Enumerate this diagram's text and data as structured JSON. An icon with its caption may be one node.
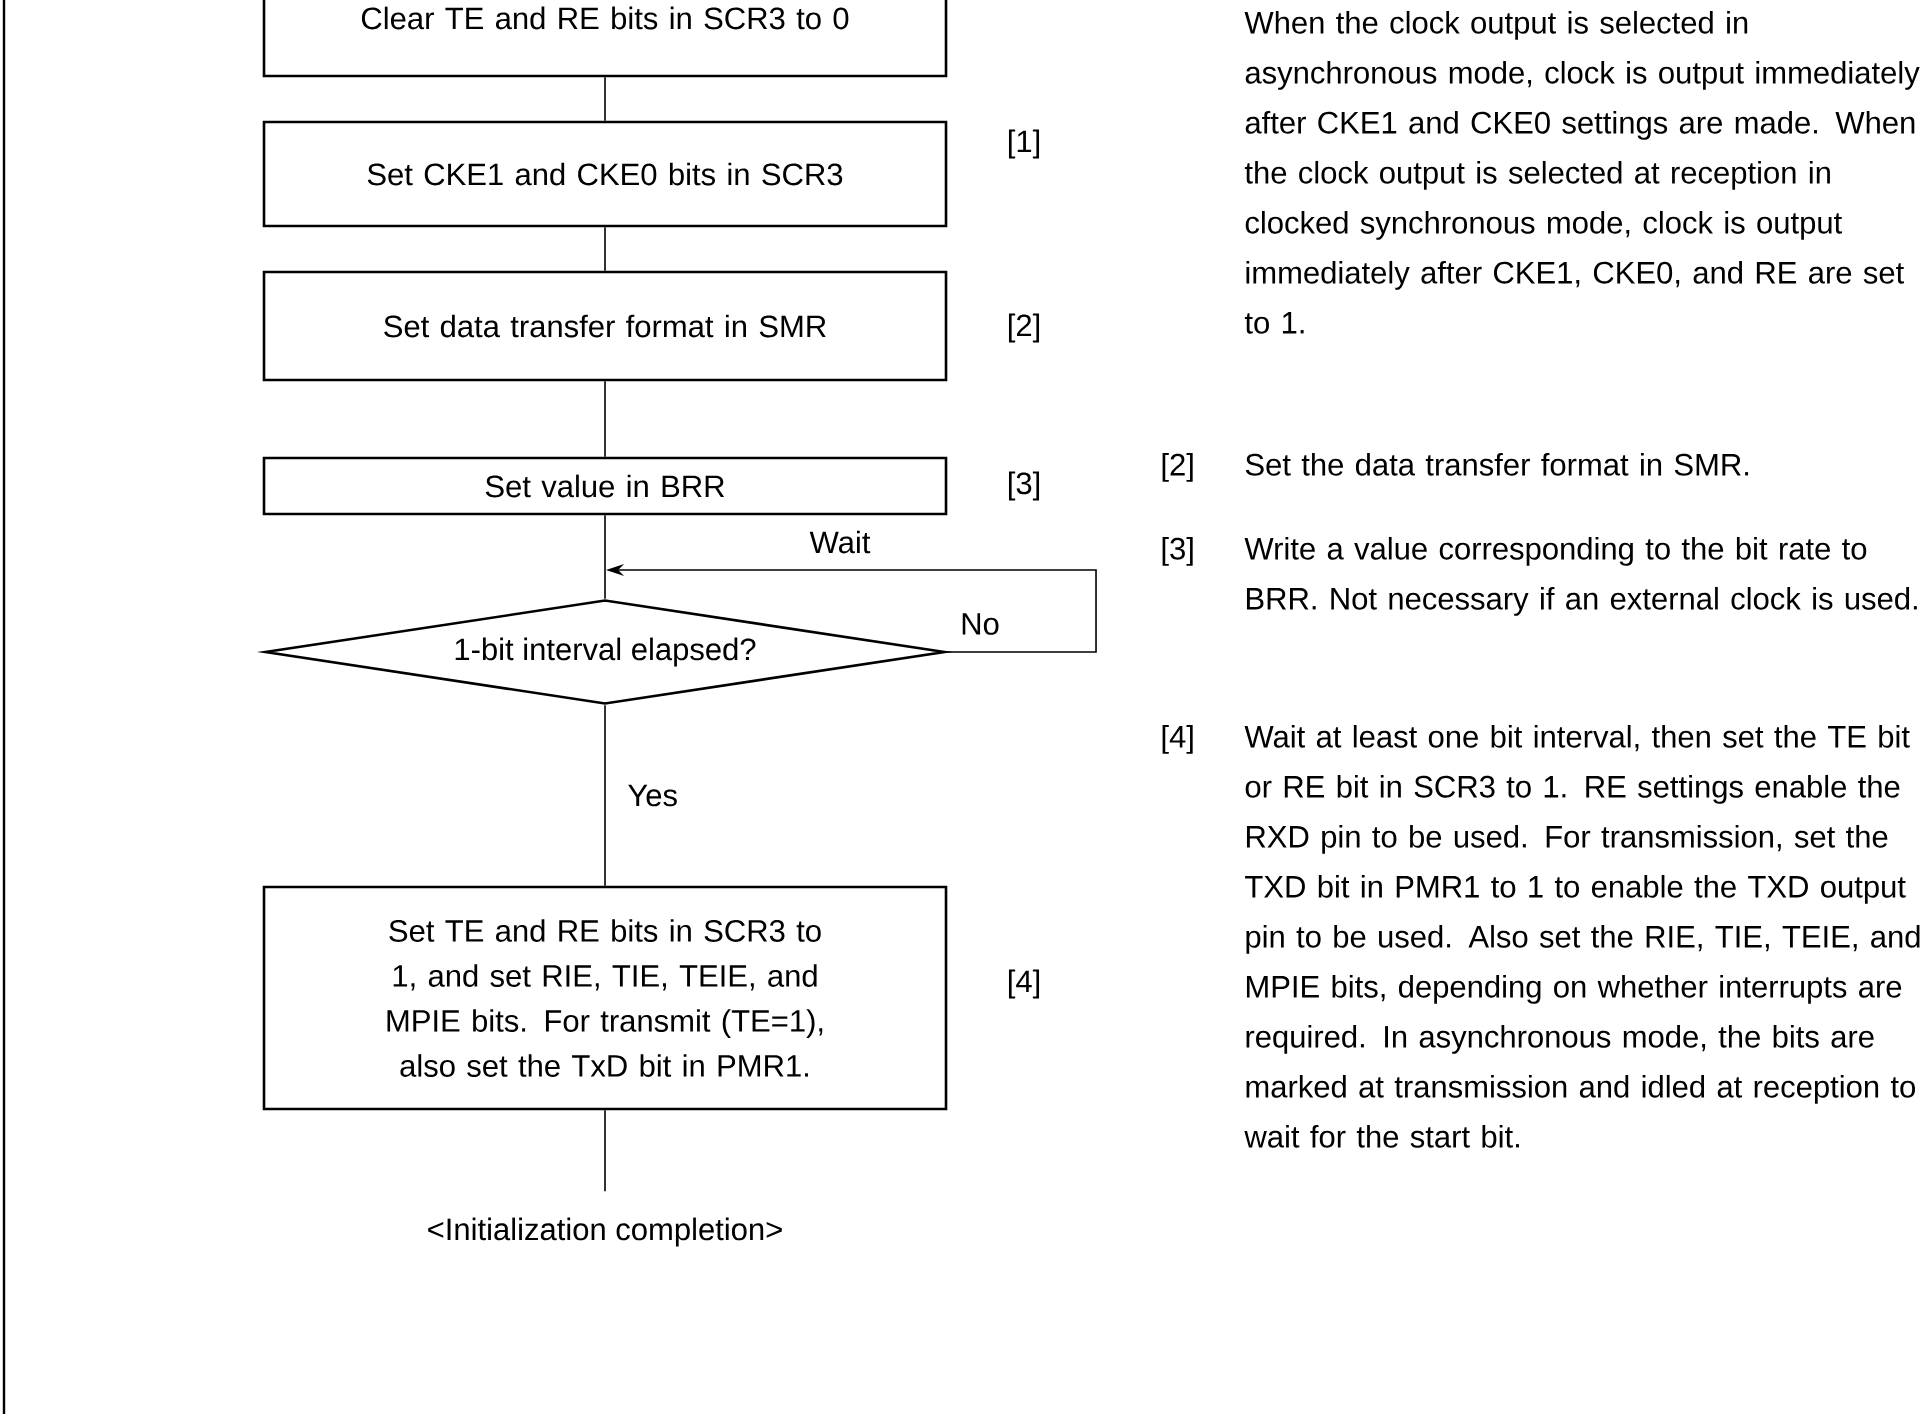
{
  "diagram": {
    "nodes": [
      {
        "text": [
          "Clear TE and RE bits in SCR3 to 0"
        ]
      },
      {
        "text": [
          "Set CKE1 and CKE0 bits in SCR3"
        ],
        "beside": [
          "[1]"
        ]
      },
      {
        "text": [
          "Set data transfer format in SMR"
        ],
        "beside": [
          "[2]"
        ]
      },
      {
        "text": [
          "Set value in BRR"
        ],
        "beside": [
          "[3]"
        ]
      },
      {
        "text": [
          "1-bit interval elapsed?"
        ]
      },
      {
        "text": [
          "Set TE and RE bits in SCR3 to 1, and set RIE, TIE, TEIE, and MPIE bits. For transmit (TE=1), also set the TxD bit in PMR1."
        ],
        "beside": [
          "[4]"
        ]
      },
      {
        "text": [
          "<Initialization completion>"
        ]
      }
    ],
    "edges": [
      {
        "from": 0,
        "to": 1,
        "arrow": "none"
      },
      {
        "from": 1,
        "to": 2,
        "arrow": "none"
      },
      {
        "from": 2,
        "to": 3,
        "arrow": "none"
      },
      {
        "from": 3,
        "to": 4,
        "arrow": "none"
      },
      {
        "from": 4,
        "to": 4,
        "arrow": "to",
        "label": "No"
      },
      {
        "from": 4,
        "to": 5,
        "arrow": "none",
        "label": "Yes"
      },
      {
        "from": 5,
        "to": 6,
        "arrow": "none"
      }
    ],
    "labels": [
      "Wait",
      "When the clock output is selected in asynchronous mode, clock is output immediately after CKE1 and CKE0 settings are made. When the clock output is selected at reception in clocked synchronous mode, clock is output immediately after CKE1, CKE0, and RE are set to 1.",
      "[2]",
      "Set the data transfer format in SMR.",
      "[3]",
      "Write a value corresponding to the bit rate to BRR.  Not necessary if an external clock is used.",
      "[4]",
      "Wait at least one bit interval, then set the TE bit or RE bit in SCR3 to 1.  RE settings enable the RXD pin to be used. For transmission, set the TXD bit in PMR1 to 1 to enable the TXD output pin to be used. Also set the RIE, TIE, TEIE, and MPIE bits, depending on whether interrupts are required. In asynchronous mode, the bits are marked at transmission and idled at reception to wait for the start bit."
    ]
  }
}
